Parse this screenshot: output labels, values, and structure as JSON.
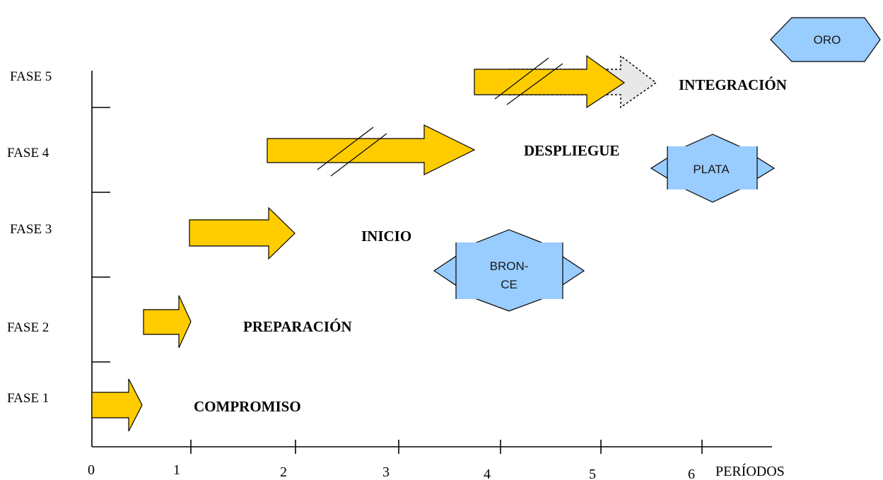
{
  "phases": [
    "FASE 1",
    "FASE 2",
    "FASE 3",
    "FASE 4",
    "FASE 5"
  ],
  "x_ticks": [
    "0",
    "1",
    "2",
    "3",
    "4",
    "5",
    "6"
  ],
  "x_axis_label": "PERÍODOS",
  "stages": {
    "compromiso": "COMPROMISO",
    "preparacion": "PREPARACIÓN",
    "inicio": "INICIO",
    "despliegue": "DESPLIEGUE",
    "integracion": "INTEGRACIÓN"
  },
  "badges": {
    "bronze_line1": "BRON-",
    "bronze_line2": "CE",
    "silver": "PLATA",
    "gold": "ORO"
  },
  "colors": {
    "arrow_fill": "#ffcc00",
    "badge_fill": "#99ccff",
    "ghost_arrow_fill": "#e8e8e8"
  }
}
